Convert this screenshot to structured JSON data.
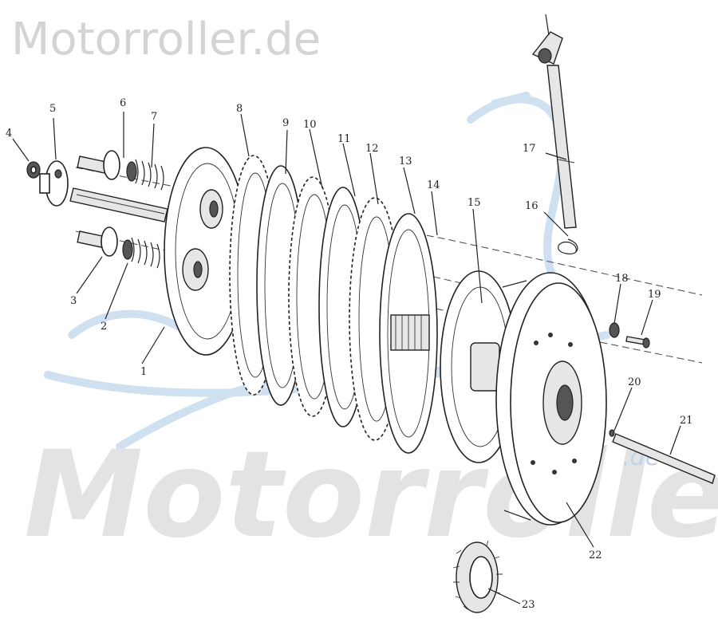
{
  "watermark": {
    "top_text": "Motorroller.de",
    "big_text": "Motorroller",
    "suffix_text": ".de",
    "color": "#d4d4d4",
    "swoosh_color": "#cfe0f0"
  },
  "callouts": [
    {
      "id": "c1",
      "label": "1"
    },
    {
      "id": "c2",
      "label": "2"
    },
    {
      "id": "c3",
      "label": "3"
    },
    {
      "id": "c4",
      "label": "4"
    },
    {
      "id": "c5",
      "label": "5"
    },
    {
      "id": "c6",
      "label": "6"
    },
    {
      "id": "c7",
      "label": "7"
    },
    {
      "id": "c8",
      "label": "8"
    },
    {
      "id": "c9",
      "label": "9"
    },
    {
      "id": "c10",
      "label": "10"
    },
    {
      "id": "c11",
      "label": "11"
    },
    {
      "id": "c12",
      "label": "12"
    },
    {
      "id": "c13",
      "label": "13"
    },
    {
      "id": "c14",
      "label": "14"
    },
    {
      "id": "c15",
      "label": "15"
    },
    {
      "id": "c16",
      "label": "16"
    },
    {
      "id": "c17",
      "label": "17"
    },
    {
      "id": "c18",
      "label": "18"
    },
    {
      "id": "c19",
      "label": "19"
    },
    {
      "id": "c20",
      "label": "20"
    },
    {
      "id": "c21",
      "label": "21"
    },
    {
      "id": "c22",
      "label": "22"
    },
    {
      "id": "c23",
      "label": "23"
    }
  ],
  "top_callout": ""
}
